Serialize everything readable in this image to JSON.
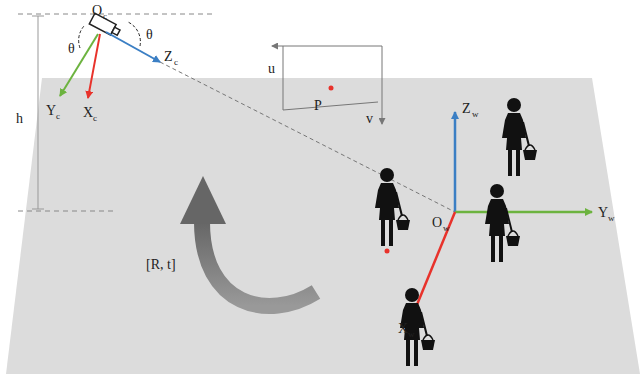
{
  "diagram": {
    "labels": [
      "θ",
      "θ",
      "O",
      "c",
      "Z",
      "c",
      "Y",
      "c",
      "X",
      "c",
      "h",
      "u",
      "v",
      "P",
      "Z",
      "w",
      "Y",
      "w",
      "X",
      "w",
      "O",
      "w",
      "[R, t]"
    ]
  }
}
